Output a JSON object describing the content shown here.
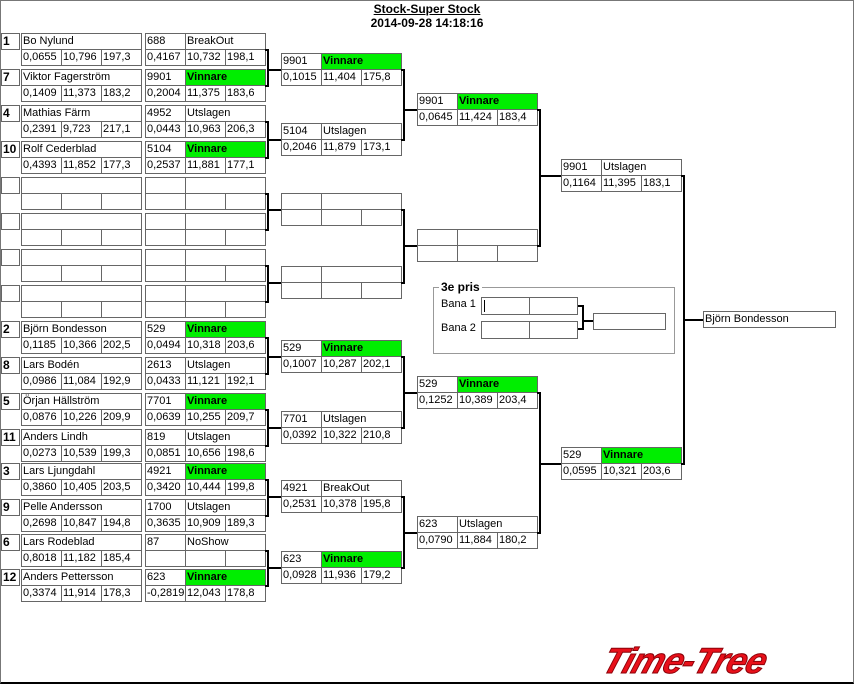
{
  "header": {
    "title": "Stock-Super Stock",
    "timestamp": "2014-09-28 14:18:16"
  },
  "colors": {
    "winner_bg": "#00ee00",
    "logo": "#e8101a"
  },
  "round1": [
    {
      "seed": "1",
      "name": "Bo Nylund",
      "stats": [
        "0,0655",
        "10,796",
        "197,3"
      ],
      "result": {
        "car": "688",
        "status": "BreakOut",
        "winner": false,
        "stats": [
          "0,4167",
          "10,732",
          "198,1"
        ]
      }
    },
    {
      "seed": "7",
      "name": "Viktor Fagerström",
      "stats": [
        "0,1409",
        "11,373",
        "183,2"
      ],
      "result": {
        "car": "9901",
        "status": "Vinnare",
        "winner": true,
        "stats": [
          "0,2004",
          "11,375",
          "183,6"
        ]
      }
    },
    {
      "seed": "4",
      "name": "Mathias Färm",
      "stats": [
        "0,2391",
        "9,723",
        "217,1"
      ],
      "result": {
        "car": "4952",
        "status": "Utslagen",
        "winner": false,
        "stats": [
          "0,0443",
          "10,963",
          "206,3"
        ]
      }
    },
    {
      "seed": "10",
      "name": "Rolf Cederblad",
      "stats": [
        "0,4393",
        "11,852",
        "177,3"
      ],
      "result": {
        "car": "5104",
        "status": "Vinnare",
        "winner": true,
        "stats": [
          "0,2537",
          "11,881",
          "177,1"
        ]
      }
    },
    {
      "seed": "",
      "name": "",
      "stats": [
        "",
        "",
        ""
      ],
      "result": {
        "car": "",
        "status": "",
        "winner": false,
        "stats": [
          "",
          "",
          ""
        ]
      }
    },
    {
      "seed": "",
      "name": "",
      "stats": [
        "",
        "",
        ""
      ],
      "result": {
        "car": "",
        "status": "",
        "winner": false,
        "stats": [
          "",
          "",
          ""
        ]
      }
    },
    {
      "seed": "",
      "name": "",
      "stats": [
        "",
        "",
        ""
      ],
      "result": {
        "car": "",
        "status": "",
        "winner": false,
        "stats": [
          "",
          "",
          ""
        ]
      }
    },
    {
      "seed": "",
      "name": "",
      "stats": [
        "",
        "",
        ""
      ],
      "result": {
        "car": "",
        "status": "",
        "winner": false,
        "stats": [
          "",
          "",
          ""
        ]
      }
    },
    {
      "seed": "2",
      "name": "Björn Bondesson",
      "stats": [
        "0,1185",
        "10,366",
        "202,5"
      ],
      "result": {
        "car": "529",
        "status": "Vinnare",
        "winner": true,
        "stats": [
          "0,0494",
          "10,318",
          "203,6"
        ]
      }
    },
    {
      "seed": "8",
      "name": "Lars Bodén",
      "stats": [
        "0,0986",
        "11,084",
        "192,9"
      ],
      "result": {
        "car": "2613",
        "status": "Utslagen",
        "winner": false,
        "stats": [
          "0,0433",
          "11,121",
          "192,1"
        ]
      }
    },
    {
      "seed": "5",
      "name": "Örjan Hällström",
      "stats": [
        "0,0876",
        "10,226",
        "209,9"
      ],
      "result": {
        "car": "7701",
        "status": "Vinnare",
        "winner": true,
        "stats": [
          "0,0639",
          "10,255",
          "209,7"
        ]
      }
    },
    {
      "seed": "11",
      "name": "Anders Lindh",
      "stats": [
        "0,0273",
        "10,539",
        "199,3"
      ],
      "result": {
        "car": "819",
        "status": "Utslagen",
        "winner": false,
        "stats": [
          "0,0851",
          "10,656",
          "198,6"
        ]
      }
    },
    {
      "seed": "3",
      "name": "Lars Ljungdahl",
      "stats": [
        "0,3860",
        "10,405",
        "203,5"
      ],
      "result": {
        "car": "4921",
        "status": "Vinnare",
        "winner": true,
        "stats": [
          "0,3420",
          "10,444",
          "199,8"
        ]
      }
    },
    {
      "seed": "9",
      "name": "Pelle Andersson",
      "stats": [
        "0,2698",
        "10,847",
        "194,8"
      ],
      "result": {
        "car": "1700",
        "status": "Utslagen",
        "winner": false,
        "stats": [
          "0,3635",
          "10,909",
          "189,3"
        ]
      }
    },
    {
      "seed": "6",
      "name": "Lars Rodeblad",
      "stats": [
        "0,8018",
        "11,182",
        "185,4"
      ],
      "result": {
        "car": "87",
        "status": "NoShow",
        "winner": false,
        "stats": [
          "",
          "",
          ""
        ]
      }
    },
    {
      "seed": "12",
      "name": "Anders Pettersson",
      "stats": [
        "0,3374",
        "11,914",
        "178,3"
      ],
      "result": {
        "car": "623",
        "status": "Vinnare",
        "winner": true,
        "stats": [
          "-0,2819",
          "12,043",
          "178,8"
        ]
      }
    }
  ],
  "round2": [
    {
      "car": "9901",
      "status": "Vinnare",
      "winner": true,
      "stats": [
        "0,1015",
        "11,404",
        "175,8"
      ]
    },
    {
      "car": "5104",
      "status": "Utslagen",
      "winner": false,
      "stats": [
        "0,2046",
        "11,879",
        "173,1"
      ]
    },
    {
      "car": "",
      "status": "",
      "winner": false,
      "stats": [
        "",
        "",
        ""
      ]
    },
    {
      "car": "",
      "status": "",
      "winner": false,
      "stats": [
        "",
        "",
        ""
      ]
    },
    {
      "car": "529",
      "status": "Vinnare",
      "winner": true,
      "stats": [
        "0,1007",
        "10,287",
        "202,1"
      ]
    },
    {
      "car": "7701",
      "status": "Utslagen",
      "winner": false,
      "stats": [
        "0,0392",
        "10,322",
        "210,8"
      ]
    },
    {
      "car": "4921",
      "status": "BreakOut",
      "winner": false,
      "stats": [
        "0,2531",
        "10,378",
        "195,8"
      ]
    },
    {
      "car": "623",
      "status": "Vinnare",
      "winner": true,
      "stats": [
        "0,0928",
        "11,936",
        "179,2"
      ]
    }
  ],
  "round3": [
    {
      "car": "9901",
      "status": "Vinnare",
      "winner": true,
      "stats": [
        "0,0645",
        "11,424",
        "183,4"
      ]
    },
    {
      "car": "",
      "status": "",
      "winner": false,
      "stats": [
        "",
        "",
        ""
      ]
    },
    {
      "car": "529",
      "status": "Vinnare",
      "winner": true,
      "stats": [
        "0,1252",
        "10,389",
        "203,4"
      ]
    },
    {
      "car": "623",
      "status": "Utslagen",
      "winner": false,
      "stats": [
        "0,0790",
        "11,884",
        "180,2"
      ]
    }
  ],
  "round4": [
    {
      "car": "9901",
      "status": "Utslagen",
      "winner": false,
      "stats": [
        "0,1164",
        "11,395",
        "183,1"
      ]
    },
    {
      "car": "529",
      "status": "Vinnare",
      "winner": true,
      "stats": [
        "0,0595",
        "10,321",
        "203,6"
      ]
    }
  ],
  "final": {
    "winner_name": "Björn Bondesson"
  },
  "third_place": {
    "legend": "3e pris",
    "lane1_label": "Bana 1",
    "lane2_label": "Bana 2",
    "lane1": [
      "",
      ""
    ],
    "lane2": [
      "",
      ""
    ],
    "result": ""
  },
  "logo": {
    "text": "Time-Tree"
  }
}
